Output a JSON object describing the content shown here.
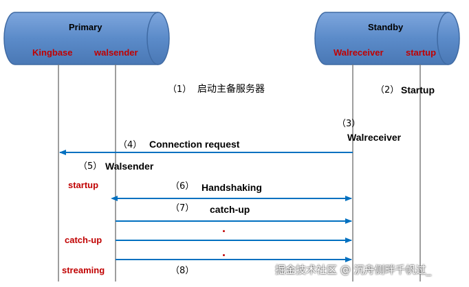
{
  "primary": {
    "title": "Primary",
    "left_label": "Kingbase",
    "right_label": "walsender"
  },
  "standby": {
    "title": "Standby",
    "left_label": "Walreceiver",
    "right_label": "startup"
  },
  "steps": {
    "s1_num": "（1）",
    "s1_text": "启动主备服务器",
    "s2_num": "（2）",
    "s2_text": "Startup",
    "s3_num": "（3）",
    "s3_text": "Walreceiver",
    "s4_num": "（4）",
    "s4_text": "Connection request",
    "s5_num": "（5）",
    "s5_text": "Walsender",
    "s6_num": "（6）",
    "s6_text": "Handshaking",
    "s7_num": "（7）",
    "s7_text": "catch-up",
    "s8_num": "（8）"
  },
  "states": {
    "startup": "startup",
    "catchup": "catch-up",
    "streaming": "streaming"
  },
  "dots": {
    "d1": ".",
    "d2": "."
  },
  "watermark": "掘金技术社区 @ 沉舟侧畔千帆过_",
  "colors": {
    "cylinder_fill": "#5b8bc9",
    "cylinder_stroke": "#3f6aa3",
    "arrow": "#0070c0",
    "state_text": "#c00000"
  }
}
